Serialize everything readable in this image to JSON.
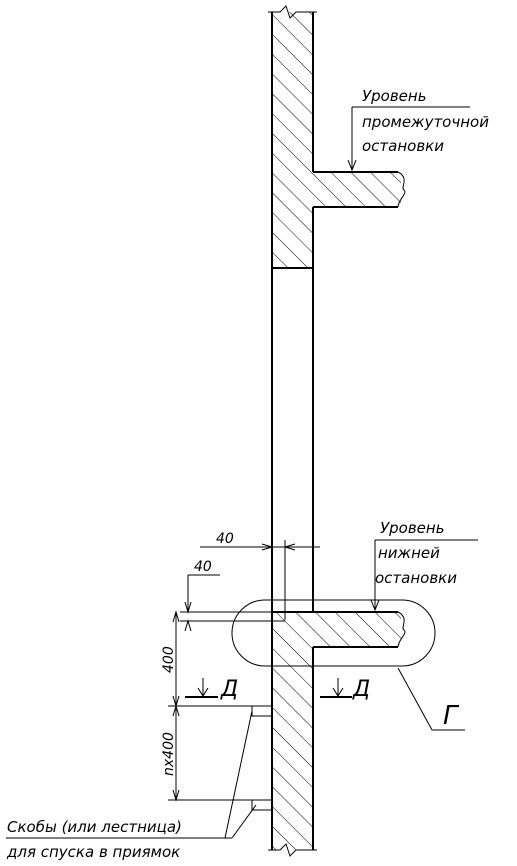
{
  "labels": {
    "upper_level": [
      "Уровень",
      "промежуточной",
      "остановки"
    ],
    "lower_level": [
      "Уровень",
      "нижней",
      "остановки"
    ],
    "brackets": [
      "Скобы (или лестница)",
      "для спуска в приямок"
    ]
  },
  "dimensions": {
    "offset_top": "40",
    "offset_side": "40",
    "height": "400",
    "step": "nx400"
  },
  "marks": {
    "section_left": "Д",
    "section_right": "Д",
    "detail": "Г"
  }
}
